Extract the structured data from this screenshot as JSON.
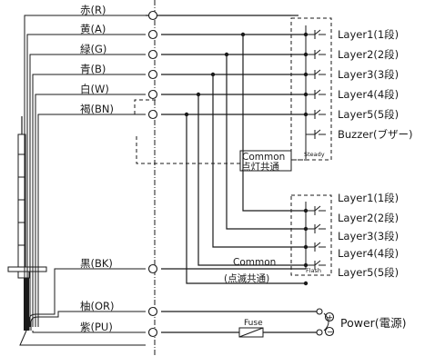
{
  "wires": {
    "red": "赤(R)",
    "amber": "黄(A)",
    "green": "緑(G)",
    "blue": "青(B)",
    "white": "白(W)",
    "brown": "褐(BN)",
    "black": "黒(BK)",
    "orange": "柚(OR)",
    "purple": "紫(PU)"
  },
  "steady": {
    "layers": [
      "Layer1(1段)",
      "Layer2(2段)",
      "Layer3(3段)",
      "Layer4(4段)",
      "Layer5(5段)"
    ],
    "buzzer": "Buzzer(ブザー)",
    "common_en": "Common",
    "common_jp": "点灯共通",
    "tag": "Steady"
  },
  "flash": {
    "layers": [
      "Layer1(1段)",
      "Layer2(2段)",
      "Layer3(3段)",
      "Layer4(4段)",
      "Layer5(5段)"
    ],
    "common_en": "Common",
    "common_jp": "(点滅共通)",
    "tag": "Flash"
  },
  "power": {
    "label": "Power(電源)",
    "fuse": "Fuse",
    "plus": "+",
    "minus": "−"
  }
}
